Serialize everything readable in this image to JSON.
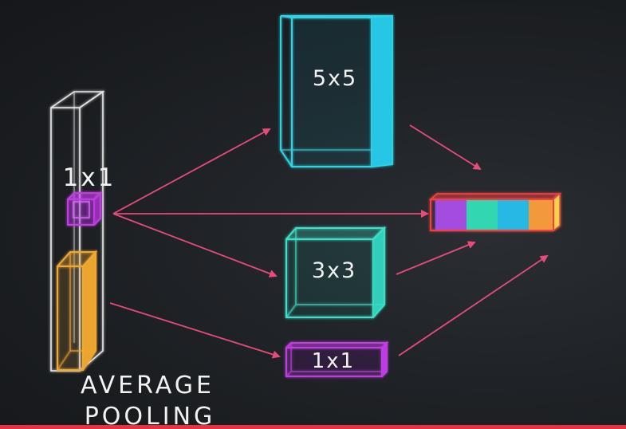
{
  "labels": {
    "conv5": "5x5",
    "conv3": "3x3",
    "conv1": "1x1",
    "input_1x1": "1x1",
    "pool_line1": "AVERAGE",
    "pool_line2": "POOLING"
  },
  "colors": {
    "background": "#1a1c1f",
    "cyan": "#2fd3e6",
    "teal": "#3ee0c8",
    "purple": "#c03ee0",
    "orange": "#f0a830",
    "arrow": "#e84a7a",
    "white_outline": "#e8e8e8",
    "concat_border": "#f04040",
    "bottom_bar": "#e3343f"
  },
  "concat_segments": [
    {
      "name": "purple",
      "color": "#a24de0"
    },
    {
      "name": "teal",
      "color": "#31d6b0"
    },
    {
      "name": "cyan",
      "color": "#27b9e4"
    },
    {
      "name": "orange",
      "color": "#f29a3a"
    }
  ]
}
